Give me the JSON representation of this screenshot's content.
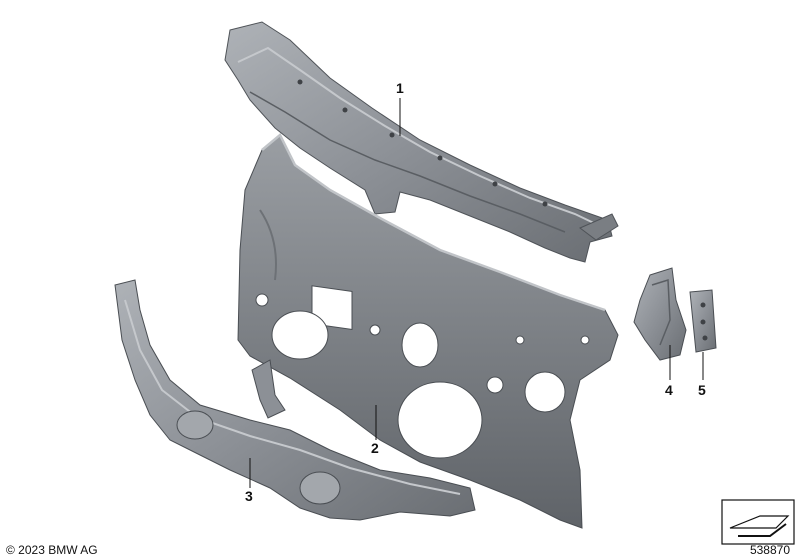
{
  "callouts": {
    "part_1": "1",
    "part_2": "2",
    "part_3": "3",
    "part_4": "4",
    "part_5": "5"
  },
  "footer": {
    "copyright": "© 2023 BMW AG",
    "diagram_id": "538870"
  },
  "colors": {
    "part_fill": "#8c9096",
    "part_shadow": "#5d6166",
    "part_highlight": "#b9bcc1",
    "hole": "#ffffff",
    "line": "#111111"
  }
}
